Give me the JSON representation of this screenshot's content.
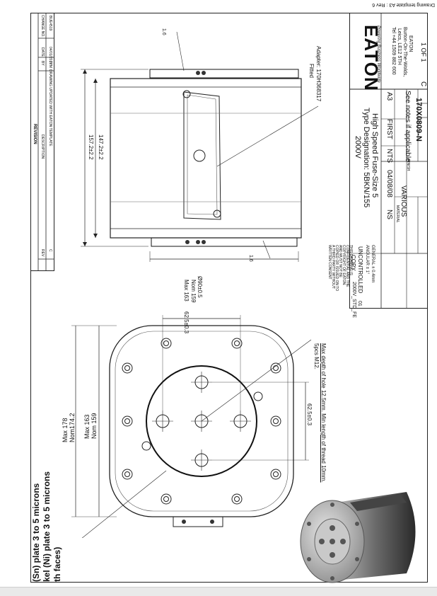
{
  "template_label": "Drawing template A3 : Rev 6",
  "revision": {
    "header": "REVISION",
    "columns": [
      "REV",
      "DESCRIPTION",
      "BY",
      "DATE",
      "CHANGE NO."
    ],
    "row": {
      "rev": "C",
      "description": "DRAWING UPDATED WITH EATON TEMPLATE",
      "by": "JVM",
      "date": "04/01/2017",
      "change_no": "BUE4519"
    }
  },
  "title_block": {
    "title_line1": "High Speed Fuse-Size 5",
    "title_line2": "Type Designation: 5BKN/155",
    "title_line3": "2000V",
    "drawn_by": "NS",
    "date": "04/08/08",
    "scale": "NTS",
    "first_angle": "FIRST",
    "sheet_size": "A3",
    "material_label": "MATERIAL",
    "material": "VARIOUS",
    "finish_label": "FINISH",
    "finish": "See notes if applicable",
    "part_number": "170X0809-N",
    "revision": "C",
    "sheet": "1 OF 1",
    "uncontrolled_line1": "UNCONTROLLED",
    "uncontrolled_line2": "COPY",
    "tolerance_general": "GENERAL ± 0.4mm",
    "tolerance_angular": "ANGULAR ± 1°",
    "confidential_line1": "THIS DRAWING IS",
    "confidential_line2": "CONFIDENTIAL AND THE",
    "confidential_line3": "COPYRIGHT OF EATON.",
    "confidential_line4": "AND MUST NOT BE",
    "confidential_line5": "COPIED OR ISSUED ON TO",
    "confidential_line6": "A THIRD PARTY WITHOUT",
    "confidential_line7": "WRITTEN CONSENT",
    "std": "2000V_STD_FE",
    "model_no": "01",
    "company_name": "EATON",
    "tagline": "Powering Business Worldwide",
    "address_line1": "Burton-On-The-Wolds,",
    "address_line2": "Leics, LE12 5TH",
    "address_line3": "Tel +44 1509 882 600"
  },
  "side_view": {
    "adapter_line1": "Adapter: 170H368317",
    "adapter_line2": "Fitted",
    "dim_overall": "157.2±2.2",
    "dim_body": "147.2±2.2",
    "dim_diameter": "Ø90±0.5",
    "dim_thickness": "1.6",
    "dim_thickness_top": "1.6",
    "max_length": "Max 163",
    "nom_length": "Nom 159"
  },
  "front_view": {
    "hole_note_line1": "5pcs M12.",
    "hole_note_line2": "Max depth of hole 12.5mm. Min length of thread 10mm.",
    "dim_hole_spacing_top": "62.5±0.3",
    "dim_hole_spacing_right": "62.5±0.3",
    "max_width": "Max 178",
    "nom_width": "Nom174.2",
    "max_height": "Max 163",
    "nom_height": "Nom 159"
  },
  "notes": {
    "line1": "(Sn)  plate 3 to 5 microns",
    "line2": "kel (Ni) plate 3 to 5 microns",
    "line3": "th faces)"
  }
}
